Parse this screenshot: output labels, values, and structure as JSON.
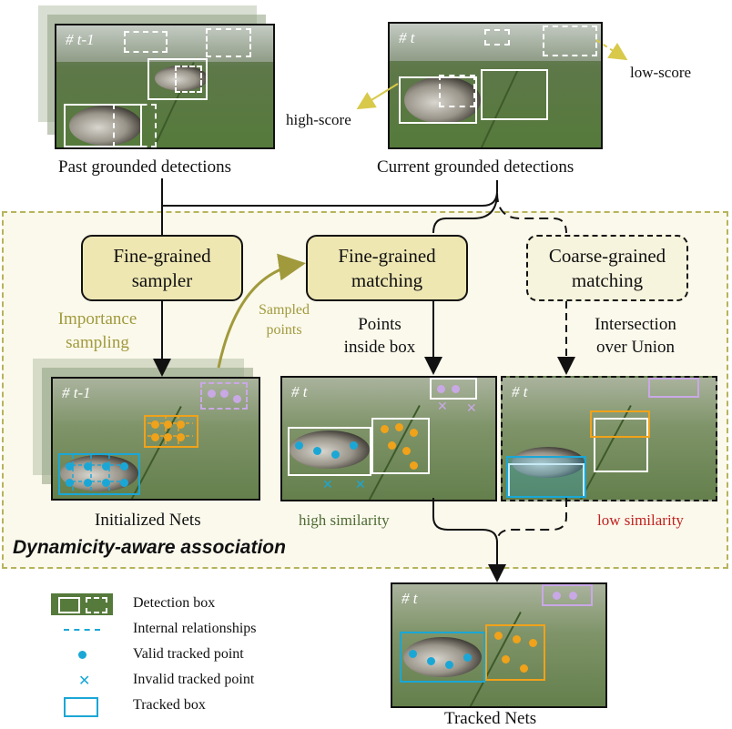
{
  "top": {
    "past_frame_label": "# t-1",
    "current_frame_label": "# t",
    "past_caption": "Past grounded detections",
    "current_caption": "Current grounded detections",
    "low_score": "low-score",
    "high_score": "high-score"
  },
  "modules": {
    "sampler": {
      "line1": "Fine-grained",
      "line2": "sampler"
    },
    "fine_matching": {
      "line1": "Fine-grained",
      "line2": "matching"
    },
    "coarse_matching": {
      "line1": "Coarse-grained",
      "line2": "matching"
    }
  },
  "annotations": {
    "importance_1": "Importance",
    "importance_2": "sampling",
    "sampled_1": "Sampled",
    "sampled_2": "points",
    "inside_1": "Points",
    "inside_2": "inside box",
    "iou_1": "Intersection",
    "iou_2": "over Union"
  },
  "panels": {
    "init_label": "# t-1",
    "fine_label": "# t",
    "coarse_label": "# t",
    "init_caption": "Initialized Nets",
    "high_similarity": "high similarity",
    "low_similarity": "low similarity",
    "section_title": "Dynamicity-aware association"
  },
  "output": {
    "frame_label": "# t",
    "caption": "Tracked Nets"
  },
  "legend": [
    {
      "label": "Detection box"
    },
    {
      "label": "Internal relationships"
    },
    {
      "label": "Valid tracked point"
    },
    {
      "label": "Invalid tracked point"
    },
    {
      "label": "Tracked box"
    }
  ],
  "colors": {
    "olive": "#a19a3c",
    "cyan": "#1aa7d6",
    "amber": "#f0a21a",
    "violet": "#c9a8e6",
    "high_similarity": "#4e6b34",
    "low_similarity": "#c0221f",
    "region_border": "#b7b35c"
  }
}
